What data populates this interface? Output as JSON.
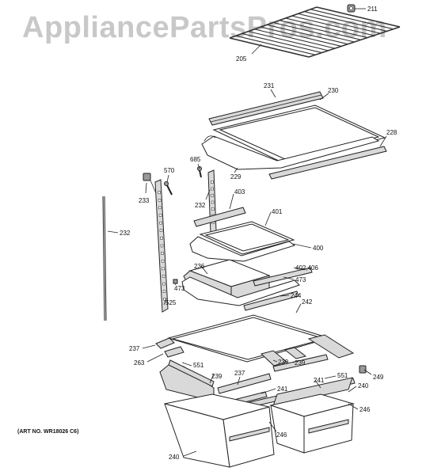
{
  "watermark": "AppliancePartsPros.com",
  "art_number": "(ART NO. WR18026 C6)",
  "callouts": {
    "c211": "211",
    "c205": "205",
    "c231": "231",
    "c230": "230",
    "c228": "228",
    "c685": "685",
    "c570": "570",
    "c229": "229",
    "c233": "233",
    "c403": "403",
    "c232a": "232",
    "c232b": "232",
    "c401": "401",
    "c400": "400",
    "c236": "236",
    "c402": "402,406",
    "c473a": "473",
    "c473b": "473",
    "c244": "244",
    "c525": "525",
    "c242": "242",
    "c237a": "237",
    "c263": "263",
    "c551a": "551",
    "c239a": "239",
    "c239b": "239",
    "c239c": "239",
    "c237b": "237",
    "c551b": "551",
    "c249": "249",
    "c241a": "241",
    "c241b": "241",
    "c240a": "240",
    "c240b": "240",
    "c246a": "246",
    "c246b": "246"
  }
}
